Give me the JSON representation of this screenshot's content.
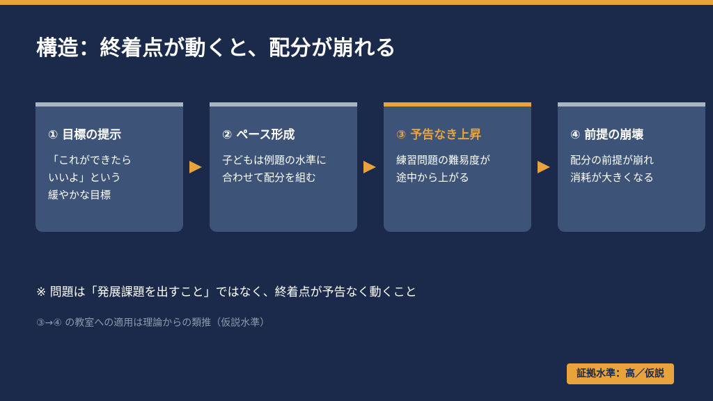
{
  "title": "構造：終着点が動くと、配分が崩れる",
  "steps": [
    {
      "title": "① 目標の提示",
      "lines": [
        "「これができたら",
        "いいよ」という",
        "緩やかな目標"
      ],
      "highlight": false
    },
    {
      "title": "② ペース形成",
      "lines": [
        "子どもは例題の水準に",
        "合わせて配分を組む"
      ],
      "highlight": false
    },
    {
      "title": "③ 予告なき上昇",
      "lines": [
        "練習問題の難易度が",
        "途中から上がる"
      ],
      "highlight": true
    },
    {
      "title": "④ 前提の崩壊",
      "lines": [
        "配分の前提が崩れ",
        "消耗が大きくなる"
      ],
      "highlight": false
    }
  ],
  "note": "※ 問題は「発展課題を出すこと」ではなく、終着点が予告なく動くこと",
  "subnote": "③→④ の教室への適用は理論からの類推（仮説水準）",
  "evidence_badge": "証拠水準：高／仮説",
  "colors": {
    "background": "#1b2a4a",
    "accent": "#e8a33d",
    "card": "#3d5478",
    "card_strip": "#a9b4c4",
    "muted_text": "#8d99ae"
  }
}
